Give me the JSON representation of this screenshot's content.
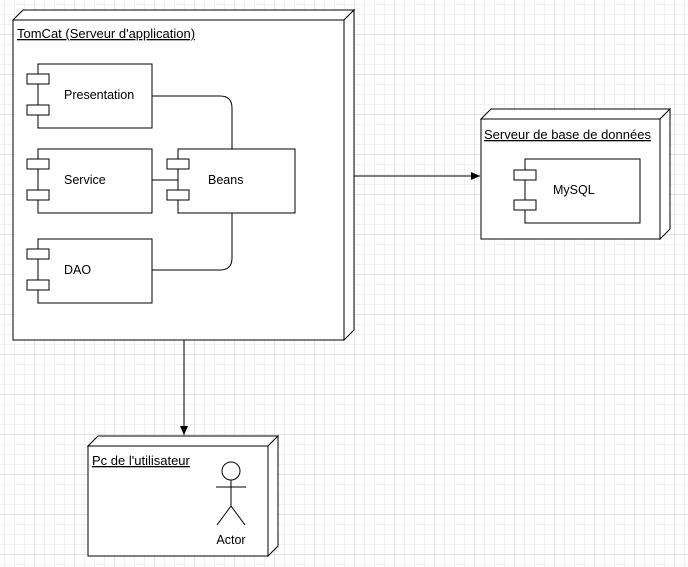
{
  "nodes": {
    "tomcat": {
      "title": "TomCat (Serveur d'application)"
    },
    "db_server": {
      "title": "Serveur de base de données"
    },
    "user_pc": {
      "title": "Pc de l'utilisateur"
    }
  },
  "components": {
    "presentation": "Presentation",
    "service": "Service",
    "dao": "DAO",
    "beans": "Beans",
    "mysql": "MySQL"
  },
  "actor": {
    "label": "Actor"
  }
}
